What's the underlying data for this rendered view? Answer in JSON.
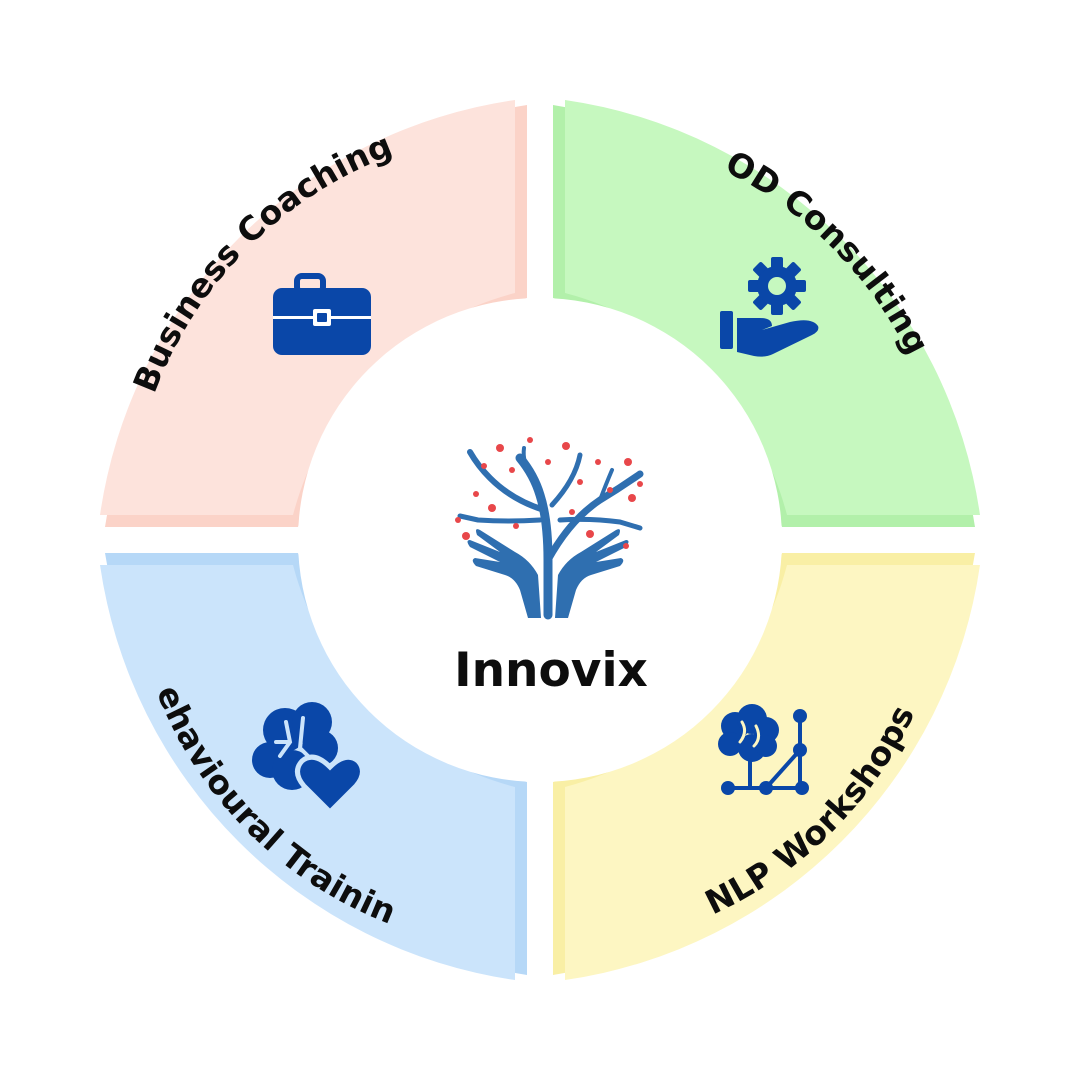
{
  "diagram": {
    "center": {
      "title": "Innovix",
      "logo_icon": "tree-hands-logo-icon"
    },
    "segments": [
      {
        "id": "business-coaching",
        "label": "Business Coaching",
        "icon": "briefcase-icon",
        "fill": "#fde3dc",
        "edge": "#fbd3c8"
      },
      {
        "id": "od-consulting",
        "label": "OD Consulting",
        "icon": "gear-hand-icon",
        "fill": "#c6f8bf",
        "edge": "#b2f0aa"
      },
      {
        "id": "behavioural-training",
        "label": "Behavioural Training",
        "icon": "brain-heart-icon",
        "fill": "#cbe4fb",
        "edge": "#b6d8f7"
      },
      {
        "id": "nlp-workshops",
        "label": "NLP Workshops",
        "icon": "brain-network-icon",
        "fill": "#fdf6c2",
        "edge": "#f9efa5"
      }
    ],
    "colors": {
      "icon": "#0a47a8",
      "logo_branch": "#2f6fb0",
      "logo_star": "#e8474a",
      "text": "#0d0d0d"
    }
  }
}
